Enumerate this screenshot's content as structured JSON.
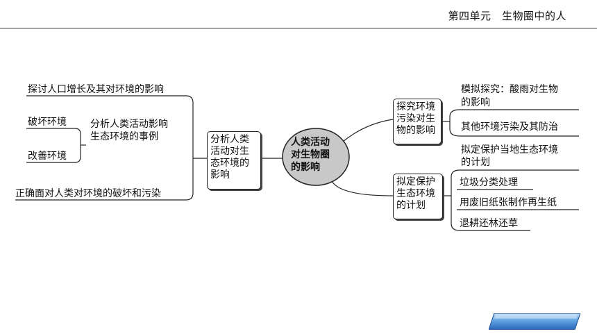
{
  "header": {
    "title": "第四单元　生物圈中的人"
  },
  "center": {
    "lines": [
      "人类活动",
      "对生物圈",
      "的影响"
    ]
  },
  "left_main": {
    "lines": [
      "分析人类",
      "活动对生",
      "态环境的",
      "影响"
    ]
  },
  "left": {
    "explore_population": "探讨人口增长及其对环境的影响",
    "analyze_cases": [
      "分析人类活动影响",
      "生态环境的事例"
    ],
    "destroy_env": "破坏环境",
    "improve_env": "改善环境",
    "correct_view": "正确面对人类对环境的破坏和污染"
  },
  "right_top": {
    "box_lines": [
      "探究环境",
      "污染对生",
      "物的影响"
    ],
    "item1": [
      "模拟探究：酸雨对生物",
      "的影响"
    ],
    "item2": "其他环境污染及其防治"
  },
  "right_bottom": {
    "box_lines": [
      "拟定保护",
      "生态环境",
      "的计划"
    ],
    "item1": [
      "拟定保护当地生态环境",
      "的计划"
    ],
    "item2": "垃圾分类处理",
    "item3": "用废旧纸张制作再生纸",
    "item4": "退耕还林还草"
  }
}
